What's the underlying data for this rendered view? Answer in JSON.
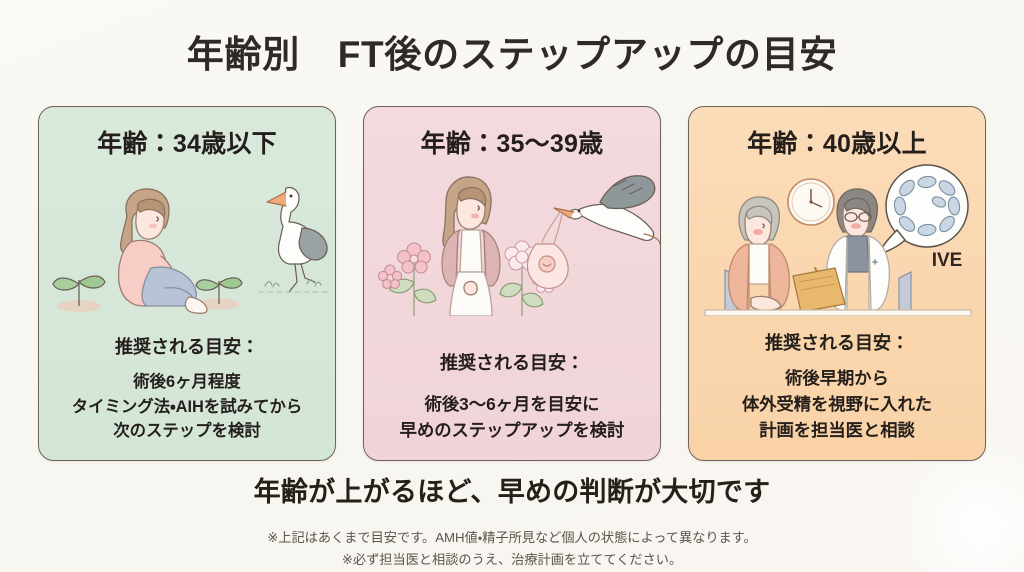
{
  "page": {
    "title": "年齢別　FT後のステップアップの目安",
    "background_color": "#faf8f3",
    "title_color": "#2f2a25"
  },
  "cards": [
    {
      "id": "age-34-and-under",
      "heading": "年齢：34歳以下",
      "accent_color": "#d7e8da",
      "border_color": "#6d625a",
      "recommend_label": "推奨される目安：",
      "recommend_lines": [
        "術後6ヶ月程度",
        "タイミング法・AIHを試みてから",
        "次のステップを検討"
      ],
      "illustration": {
        "name": "sitting-woman-with-seedlings-and-stork",
        "elements": [
          "seedling",
          "sitting-woman",
          "seedling",
          "standing-stork"
        ]
      }
    },
    {
      "id": "age-35-to-39",
      "heading": "年齢：35〜39歳",
      "accent_color": "#f1d6da",
      "border_color": "#6d625a",
      "recommend_label": "推奨される目安：",
      "recommend_lines": [
        "術後3〜6ヶ月を目安に",
        "早めのステップアップを検討"
      ],
      "illustration": {
        "name": "standing-woman-with-flowers-and-flying-stork",
        "elements": [
          "flower",
          "standing-woman",
          "flower",
          "flying-stork-with-baby-bundle"
        ]
      }
    },
    {
      "id": "age-40-and-over",
      "heading": "年齢：40歳以上",
      "accent_color": "#fad6ae",
      "border_color": "#6d625a",
      "recommend_label": "推奨される目安：",
      "recommend_lines": [
        "術後早期から",
        "体外受精を視野に入れた",
        "計画を担当医と相談"
      ],
      "illustration": {
        "name": "doctor-consultation-scene",
        "elements": [
          "patient",
          "wall-clock",
          "doctor-with-clipboard",
          "speech-bubble-with-embryo-cells"
        ],
        "bubble_label": "IVE"
      }
    }
  ],
  "footer": {
    "key_message": "年齢が上がるほど、早めの判断が大切です",
    "key_message_underline_color": "#eccfd3",
    "notes": [
      "※上記はあくまで目安です。AMH値・精子所見など個人の状態によって異なります。",
      "※必ず担当医と相談のうえ、治療計画を立ててください。"
    ]
  }
}
